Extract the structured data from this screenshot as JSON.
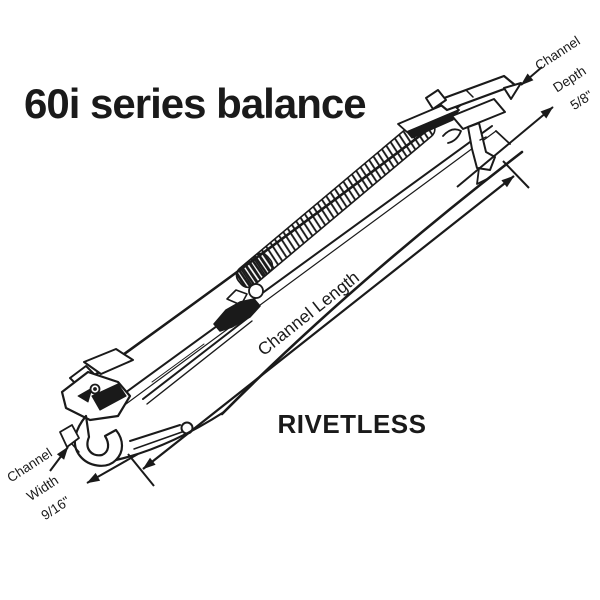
{
  "title": "60i series balance",
  "diagram": {
    "type": "technical-line-drawing",
    "subject": "window channel balance with coil spring, hook bracket and bottom shoe",
    "style_label": "RIVETLESS",
    "dimensions": {
      "length": {
        "label": "Channel Length"
      },
      "depth": {
        "line1": "Channel",
        "line2": "Depth",
        "line3": "5/8\""
      },
      "width": {
        "line1": "Channel",
        "line2": "Width",
        "line3": "9/16\""
      }
    }
  },
  "colors": {
    "ink": "#1a1a1a",
    "background": "#ffffff"
  }
}
